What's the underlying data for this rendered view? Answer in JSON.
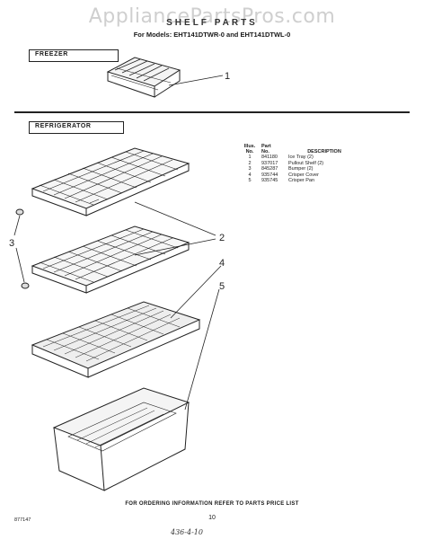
{
  "watermark": "AppliancePartsPros.com",
  "header": {
    "title": "SHELF PARTS",
    "models": "For Models: EHT141DTWR-0 and EHT141DTWL-0"
  },
  "sections": {
    "freezer": "FREEZER",
    "refrigerator": "REFRIGERATOR"
  },
  "callouts": [
    "1",
    "2",
    "3",
    "4",
    "5"
  ],
  "parts_table": {
    "headers": {
      "illus_line1": "Illus.",
      "illus_line2": "No.",
      "part_line1": "Part",
      "part_line2": "No.",
      "description": "DESCRIPTION"
    },
    "rows": [
      {
        "illus": "1",
        "part": "841180",
        "description": "Ice Tray (2)"
      },
      {
        "illus": "2",
        "part": "937017",
        "description": "Pullout Shelf (2)"
      },
      {
        "illus": "3",
        "part": "845287",
        "description": "Bumper (2)"
      },
      {
        "illus": "4",
        "part": "935744",
        "description": "Crisper Cover"
      },
      {
        "illus": "5",
        "part": "935745",
        "description": "Crisper Pan"
      }
    ]
  },
  "footer": {
    "note": "FOR ORDERING INFORMATION REFER TO PARTS PRICE LIST",
    "page_number": "10",
    "doc_number": "877147",
    "handwritten": "436-4-10"
  }
}
